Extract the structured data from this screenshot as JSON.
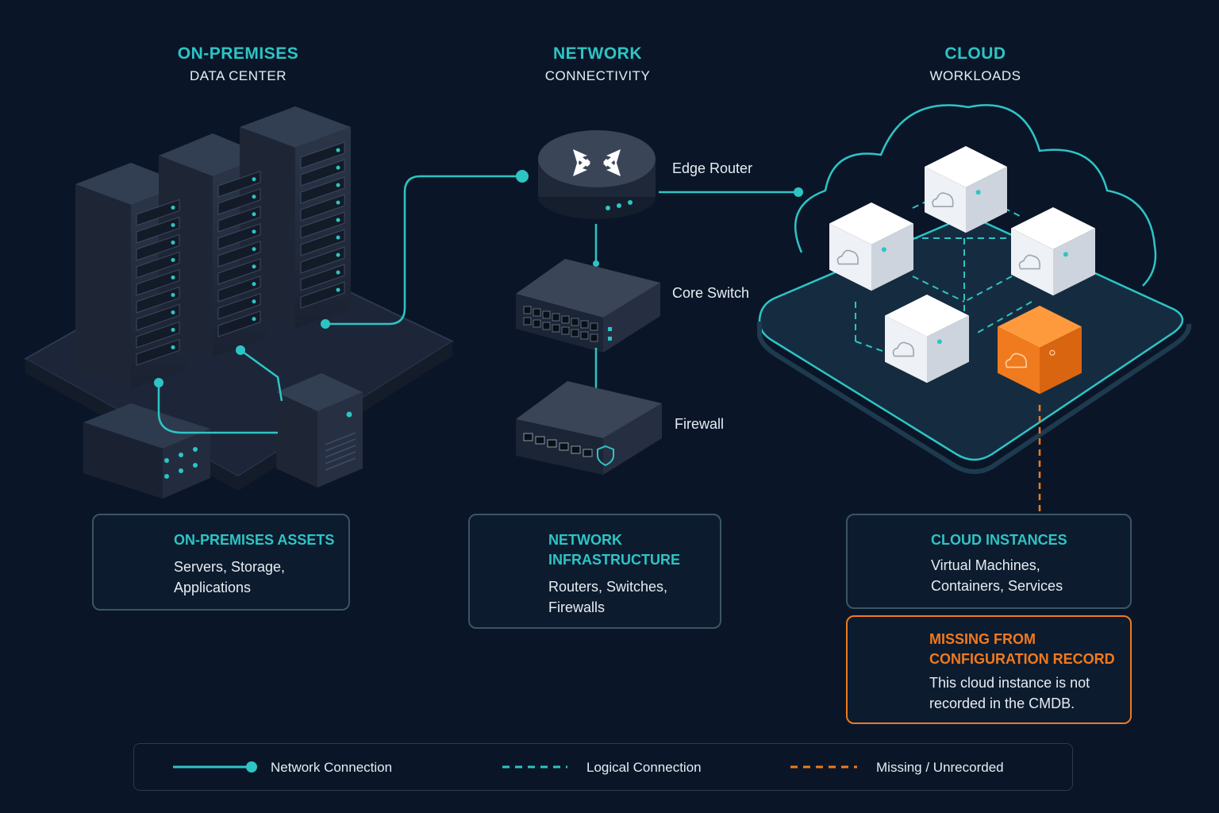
{
  "headers": {
    "onprem": {
      "title": "ON-PREMISES",
      "subtitle": "DATA CENTER"
    },
    "network": {
      "title": "NETWORK",
      "subtitle": "CONNECTIVITY"
    },
    "cloud": {
      "title": "CLOUD",
      "subtitle": "WORKLOADS"
    }
  },
  "devices": {
    "edge_router": "Edge Router",
    "core_switch": "Core Switch",
    "firewall": "Firewall"
  },
  "cards": {
    "onprem": {
      "title": "ON-PREMISES ASSETS",
      "line1": "Servers, Storage,",
      "line2": "Applications"
    },
    "network": {
      "title1": "NETWORK",
      "title2": "INFRASTRUCTURE",
      "line1": "Routers, Switches,",
      "line2": "Firewalls"
    },
    "cloud": {
      "title": "CLOUD INSTANCES",
      "line1": "Virtual Machines,",
      "line2": "Containers, Services"
    },
    "missing": {
      "title1": "MISSING FROM",
      "title2": "CONFIGURATION RECORD",
      "line1": "This cloud instance is not",
      "line2": "recorded in the CMDB."
    }
  },
  "legend": {
    "network": "Network Connection",
    "logical": "Logical Connection",
    "missing": "Missing / Unrecorded"
  },
  "colors": {
    "background": "#0a1628",
    "accent": "#2ec4c4",
    "warning": "#f07a1e",
    "text": "#e6edf3"
  },
  "icons": {
    "onprem_card": "server-rack-icon",
    "network_card": "network-nodes-icon",
    "cloud_card": "cloud-icon",
    "missing_card": "warning-triangle-icon"
  }
}
